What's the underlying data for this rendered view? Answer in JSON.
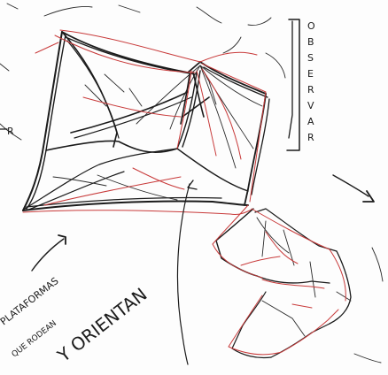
{
  "annotations": {
    "observar": [
      "O",
      "B",
      "S",
      "E",
      "R",
      "V",
      "A",
      "R"
    ],
    "left_fragment": "R",
    "plataformas_line": "PLATAFORMAS",
    "que_rodean_line": "QUE RODEAN",
    "y_orientan_line": "Y ORIENTAN"
  },
  "colors": {
    "paper": "#fdfdfd",
    "ink": "#1b1b1b",
    "red_pencil": "#c83a3a"
  }
}
